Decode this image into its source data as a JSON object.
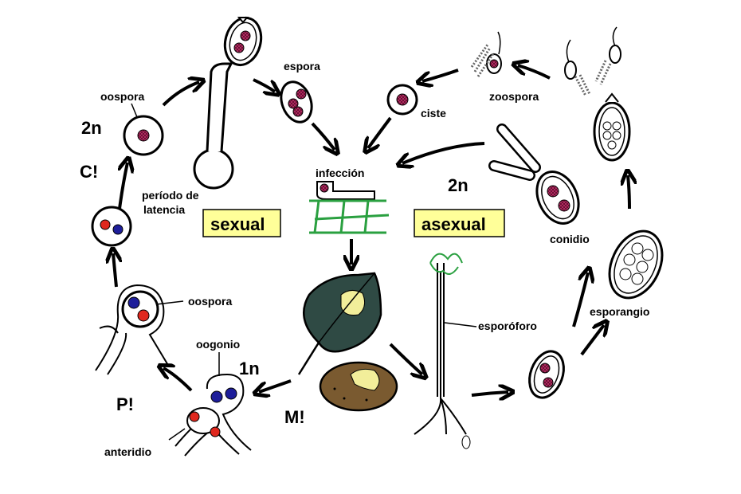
{
  "diagram": {
    "labels": {
      "oospora_top": "oospora",
      "ploidy_2n_left": "2n",
      "c_mark": "C!",
      "latency_line1": "período de",
      "latency_line2": "latencia",
      "espora": "espora",
      "ciste": "ciste",
      "zoospora": "zoospora",
      "infeccion": "infección",
      "ploidy_2n_center": "2n",
      "sexual": "sexual",
      "asexual": "asexual",
      "conidio": "conidio",
      "oospora_mid": "oospora",
      "esporoforo": "esporóforo",
      "esporangio": "esporangio",
      "oogonio": "oogonio",
      "ploidy_1n": "1n",
      "p_mark": "P!",
      "m_mark": "M!",
      "anteridio": "anteridio"
    },
    "colors": {
      "nucleus_purple": "#c0306a",
      "nucleus_red": "#e0281e",
      "nucleus_blue": "#1e1e9a",
      "host_green": "#2aa040",
      "leaf_dark": "#2f4a44",
      "lesion_yellow": "#f2ee9a",
      "potato_brown": "#7a5a30",
      "stage_box_yellow": "#ffff99"
    }
  }
}
